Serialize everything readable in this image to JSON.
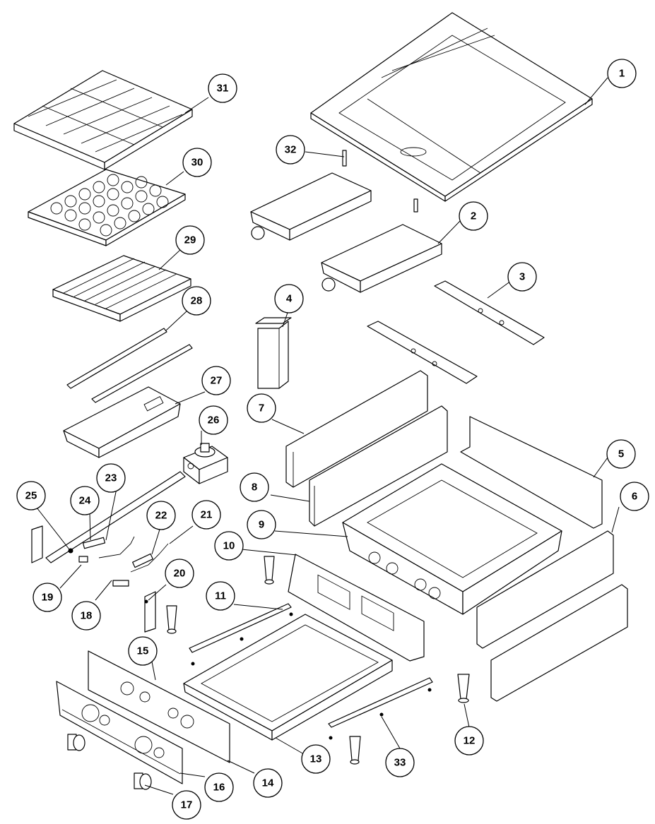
{
  "callouts": [
    {
      "id": "1",
      "label": "1"
    },
    {
      "id": "2",
      "label": "2"
    },
    {
      "id": "3",
      "label": "3"
    },
    {
      "id": "4",
      "label": "4"
    },
    {
      "id": "5",
      "label": "5"
    },
    {
      "id": "6",
      "label": "6"
    },
    {
      "id": "7",
      "label": "7"
    },
    {
      "id": "8",
      "label": "8"
    },
    {
      "id": "9",
      "label": "9"
    },
    {
      "id": "10",
      "label": "10"
    },
    {
      "id": "11",
      "label": "11"
    },
    {
      "id": "12",
      "label": "12"
    },
    {
      "id": "13",
      "label": "13"
    },
    {
      "id": "14",
      "label": "14"
    },
    {
      "id": "15",
      "label": "15"
    },
    {
      "id": "16",
      "label": "16"
    },
    {
      "id": "17",
      "label": "17"
    },
    {
      "id": "18",
      "label": "18"
    },
    {
      "id": "19",
      "label": "19"
    },
    {
      "id": "20",
      "label": "20"
    },
    {
      "id": "21",
      "label": "21"
    },
    {
      "id": "22",
      "label": "22"
    },
    {
      "id": "23",
      "label": "23"
    },
    {
      "id": "24",
      "label": "24"
    },
    {
      "id": "25",
      "label": "25"
    },
    {
      "id": "26",
      "label": "26"
    },
    {
      "id": "27",
      "label": "27"
    },
    {
      "id": "28",
      "label": "28"
    },
    {
      "id": "29",
      "label": "29"
    },
    {
      "id": "30",
      "label": "30"
    },
    {
      "id": "31",
      "label": "31"
    },
    {
      "id": "32",
      "label": "32"
    },
    {
      "id": "33",
      "label": "33"
    }
  ],
  "colors": {
    "line": "#000000",
    "background": "#ffffff"
  }
}
